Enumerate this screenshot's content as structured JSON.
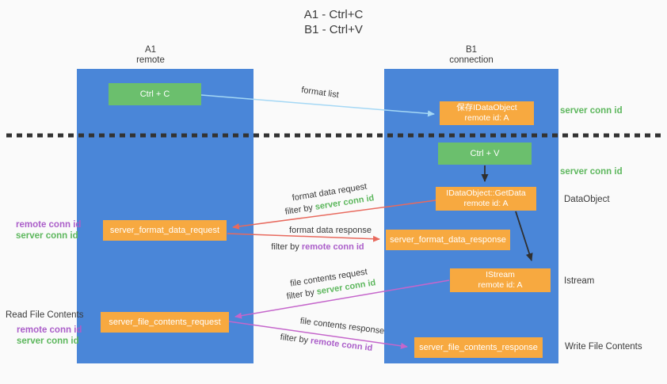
{
  "title": {
    "line1": "A1 - Ctrl+C",
    "line2": "B1 - Ctrl+V"
  },
  "columns": {
    "a1": {
      "name": "A1",
      "subtitle": "remote"
    },
    "b1": {
      "name": "B1",
      "subtitle": "connection"
    }
  },
  "nodes": {
    "ctrl_c": {
      "label": "Ctrl + C"
    },
    "save_idataobject": {
      "line1": "保存IDataObject",
      "line2": "remote id: A"
    },
    "ctrl_v": {
      "label": "Ctrl + V"
    },
    "idataobject_getdata": {
      "line1": "IDataObject::GetData",
      "line2": "remote id: A"
    },
    "server_format_data_request": {
      "label": "server_format_data_request"
    },
    "server_format_data_response": {
      "label": "server_format_data_response"
    },
    "istream": {
      "line1": "IStream",
      "line2": "remote id: A"
    },
    "server_file_contents_request": {
      "label": "server_file_contents_request"
    },
    "server_file_contents_response": {
      "label": "server_file_contents_response"
    }
  },
  "annotations": {
    "server_conn_id_top": "server conn id",
    "server_conn_id_mid": "server conn id",
    "dataobject": "DataObject",
    "istream": "Istream",
    "write_file_contents": "Write File Contents",
    "read_file_contents": "Read File Contents",
    "left_mid": {
      "remote": "remote conn id",
      "server": "server conn id"
    },
    "left_bottom": {
      "remote": "remote conn id",
      "server": "server conn id"
    }
  },
  "arrow_labels": {
    "format_list": "format list",
    "format_data_request": {
      "text": "format data request",
      "filter_prefix": "filter by",
      "filter_value": "server conn id"
    },
    "format_data_response": {
      "text": "format data response",
      "filter_prefix": "filter by",
      "filter_value": "remote conn id"
    },
    "file_contents_request": {
      "text": "file contents request",
      "filter_prefix": "filter by",
      "filter_value": "server conn id"
    },
    "file_contents_response": {
      "text": "file contents response",
      "filter_prefix": "filter by",
      "filter_value": "remote conn id"
    }
  },
  "colors": {
    "column_blue": "#4a86d8",
    "node_green": "#6bbf6d",
    "node_orange": "#f7a940",
    "arrow_lightblue": "#a5d8f5",
    "arrow_red": "#e86a5e",
    "arrow_magenta": "#c566cb",
    "arrow_black": "#2f2f2f",
    "text_green": "#5db75d",
    "text_purple": "#ab5ec9"
  }
}
